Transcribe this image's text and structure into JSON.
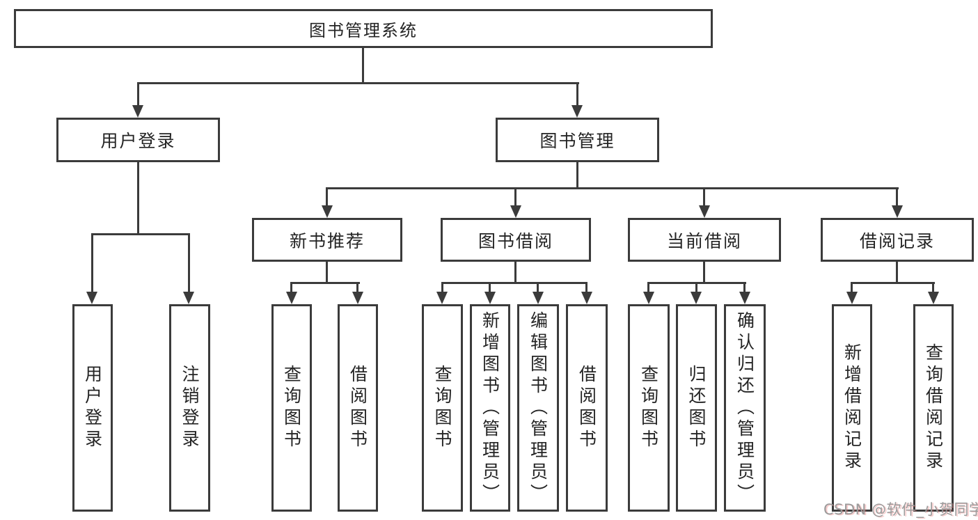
{
  "nodes": {
    "root": {
      "label": "图书管理系统"
    },
    "level2": [
      {
        "label": "用户登录"
      },
      {
        "label": "图书管理"
      }
    ],
    "level3": [
      {
        "label": "新书推荐"
      },
      {
        "label": "图书借阅"
      },
      {
        "label": "当前借阅"
      },
      {
        "label": "借阅记录"
      }
    ],
    "leaves": [
      {
        "label": "用户登录"
      },
      {
        "label": "注销登录"
      },
      {
        "label": "查询图书"
      },
      {
        "label": "借阅图书"
      },
      {
        "label": "查询图书"
      },
      {
        "label": "新增图书（管理员）"
      },
      {
        "label": "编辑图书（管理员）"
      },
      {
        "label": "借阅图书"
      },
      {
        "label": "查询图书"
      },
      {
        "label": "归还图书"
      },
      {
        "label": "确认归还（管理员）"
      },
      {
        "label": "新增借阅记录"
      },
      {
        "label": "查询借阅记录"
      }
    ]
  },
  "structure": {
    "图书管理系统": {
      "用户登录": [
        "用户登录",
        "注销登录"
      ],
      "图书管理": {
        "新书推荐": [
          "查询图书",
          "借阅图书"
        ],
        "图书借阅": [
          "查询图书",
          "新增图书（管理员）",
          "编辑图书（管理员）",
          "借阅图书"
        ],
        "当前借阅": [
          "查询图书",
          "归还图书",
          "确认归还（管理员）"
        ],
        "借阅记录": [
          "新增借阅记录",
          "查询借阅记录"
        ]
      }
    }
  },
  "watermark": {
    "text": "CSDN @软件_小贺同学"
  },
  "colors": {
    "line": "#3b3b3b",
    "box_border": "#3b3b3b",
    "text": "#242424",
    "background": "#ffffff",
    "watermark": "#9b9b9b"
  }
}
